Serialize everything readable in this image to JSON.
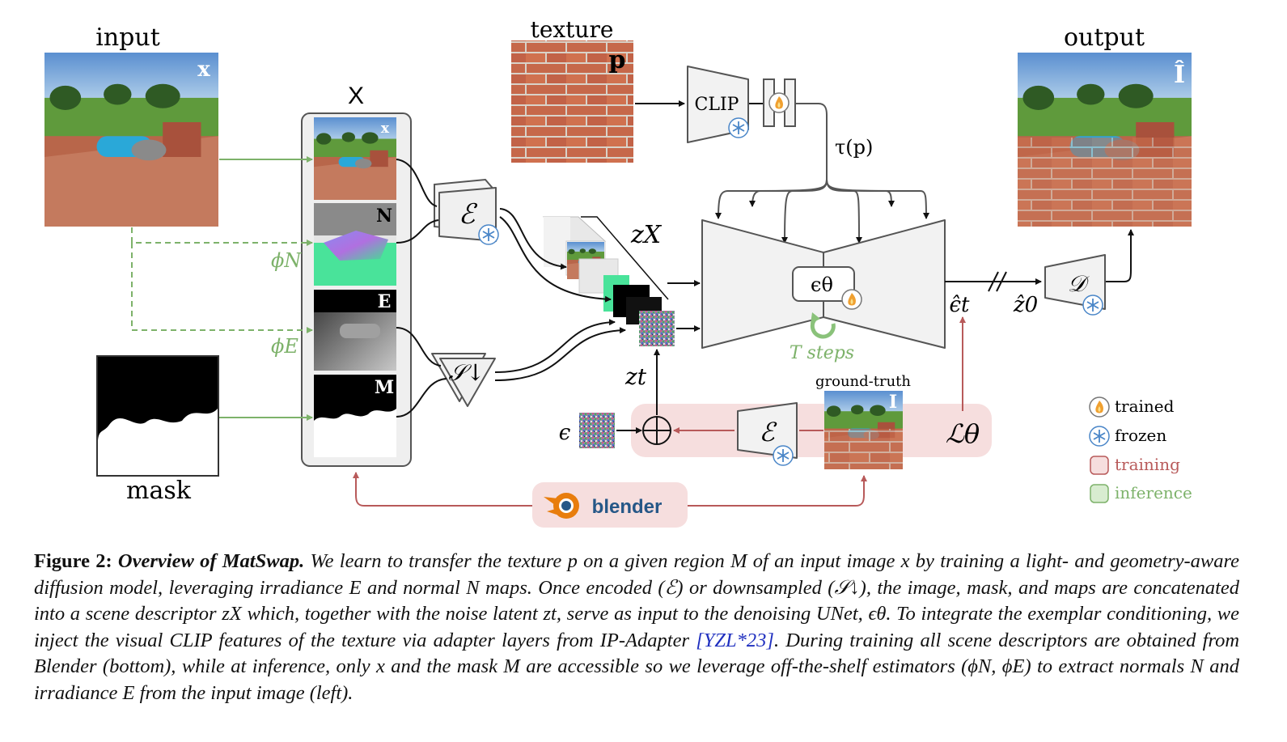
{
  "labels": {
    "input": "input",
    "texture": "texture",
    "output": "output",
    "mask": "mask",
    "scene_X": "X",
    "img_x": "x",
    "tex_p": "p",
    "out_I": "Î",
    "N": "N",
    "E": "E",
    "M": "M",
    "phi_N": "ϕN",
    "phi_E": "ϕE",
    "encoder": "ℰ",
    "downsample": "𝒮↓",
    "clip": "CLIP",
    "tau_p": "τ(p)",
    "z_X": "zX",
    "z_t": "zt",
    "eps_theta": "ϵθ",
    "t_steps": "T steps",
    "eps_hat_t": "ϵ̂t",
    "z_hat_0": "ẑ0",
    "decoder": "𝒟",
    "epsilon": "ϵ",
    "ground_truth": "ground-truth",
    "gt_I": "I",
    "loss": "ℒθ",
    "blender": "blender"
  },
  "legend": [
    {
      "icon": "flame-icon",
      "label": "trained"
    },
    {
      "icon": "snowflake-icon",
      "label": "frozen"
    },
    {
      "icon": "training-swatch",
      "label": "training"
    },
    {
      "icon": "inference-swatch",
      "label": "inference"
    }
  ],
  "colors": {
    "inference_green": "#7db26a",
    "training_red": "#b85a5a",
    "training_bg": "#f6dede",
    "frozen_blue": "#4a86c8",
    "trained_orange": "#f0a030",
    "blender_orange": "#e87d0d",
    "blender_blue": "#265787",
    "citation_blue": "#1f2fbf"
  },
  "caption": {
    "figure": "Figure 2:",
    "title": "Overview of MatSwap.",
    "body": "We learn to transfer the texture p on a given region M of an input image x by training a light- and geometry-aware diffusion model, leveraging irradiance E and normal N maps. Once encoded (ℰ) or downsampled (𝒮↓), the image, mask, and maps are concatenated into a scene descriptor zX which, together with the noise latent zt, serve as input to the denoising UNet, ϵθ. To integrate the exemplar conditioning, we inject the visual CLIP features of the texture via adapter layers from IP-Adapter",
    "citation": "[YZL*23]",
    "body2": ". During training all scene descriptors are obtained from Blender (bottom), while at inference, only x and the mask M are accessible so we leverage off-the-shelf estimators (ϕN, ϕE) to extract normals N and irradiance E from the input image (left)."
  }
}
